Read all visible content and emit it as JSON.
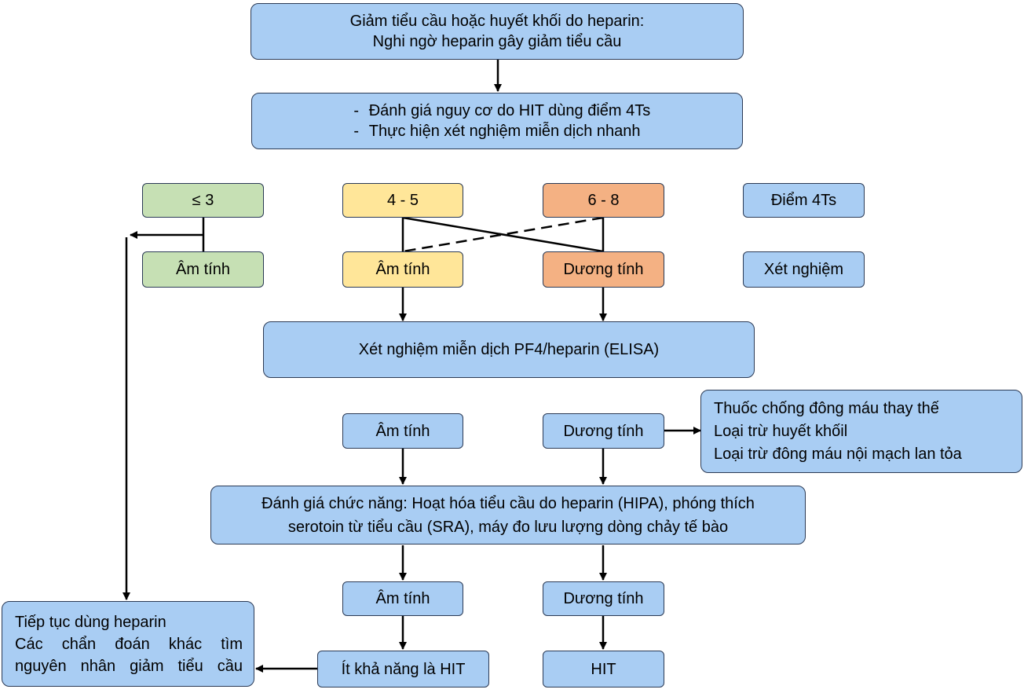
{
  "nodes": {
    "start_line1": "Giảm tiểu cầu hoặc huyết khối do heparin:",
    "start_line2": "Nghi ngờ heparin gây giảm tiểu cầu",
    "assess_item1": "Đánh giá nguy cơ do HIT dùng điểm 4Ts",
    "assess_item2": "Thực hiện xét nghiệm miễn dịch nhanh",
    "bullet": "-",
    "score_low": "≤ 3",
    "score_mid": "4 - 5",
    "score_high": "6 - 8",
    "row_label_score": "Điểm 4Ts",
    "rapid_neg_low": "Âm tính",
    "rapid_neg_mid": "Âm tính",
    "rapid_pos_high": "Dương tính",
    "row_label_test": "Xét nghiệm",
    "elisa": "Xét nghiệm miễn dịch PF4/heparin (ELISA)",
    "elisa_neg": "Âm tính",
    "elisa_pos": "Dương tính",
    "manage_line1": "Thuốc chống đông máu thay thế",
    "manage_line2": "Loại trừ huyết khốil",
    "manage_line3": "Loại trừ đông máu nội mạch lan tỏa",
    "func_line1": "Đánh giá chức năng: Hoạt hóa tiểu cầu do heparin (HIPA), phóng thích",
    "func_line2": "serotoin từ tiểu cầu (SRA), máy đo lưu lượng dòng chảy tế bào",
    "func_neg": "Âm tính",
    "func_pos": "Dương tính",
    "continue_line1": "Tiếp tục dùng heparin",
    "continue_line2": "Các chẩn đoán khác tìm",
    "continue_line3": "nguyên nhân giảm tiểu cầu",
    "unlikely": "Ít khả năng là HIT",
    "hit": "HIT"
  },
  "colors": {
    "blue": "#a9cdf3",
    "green": "#c6e0b4",
    "yellow": "#ffe699",
    "orange": "#f4b183",
    "border": "#2b3a55"
  }
}
